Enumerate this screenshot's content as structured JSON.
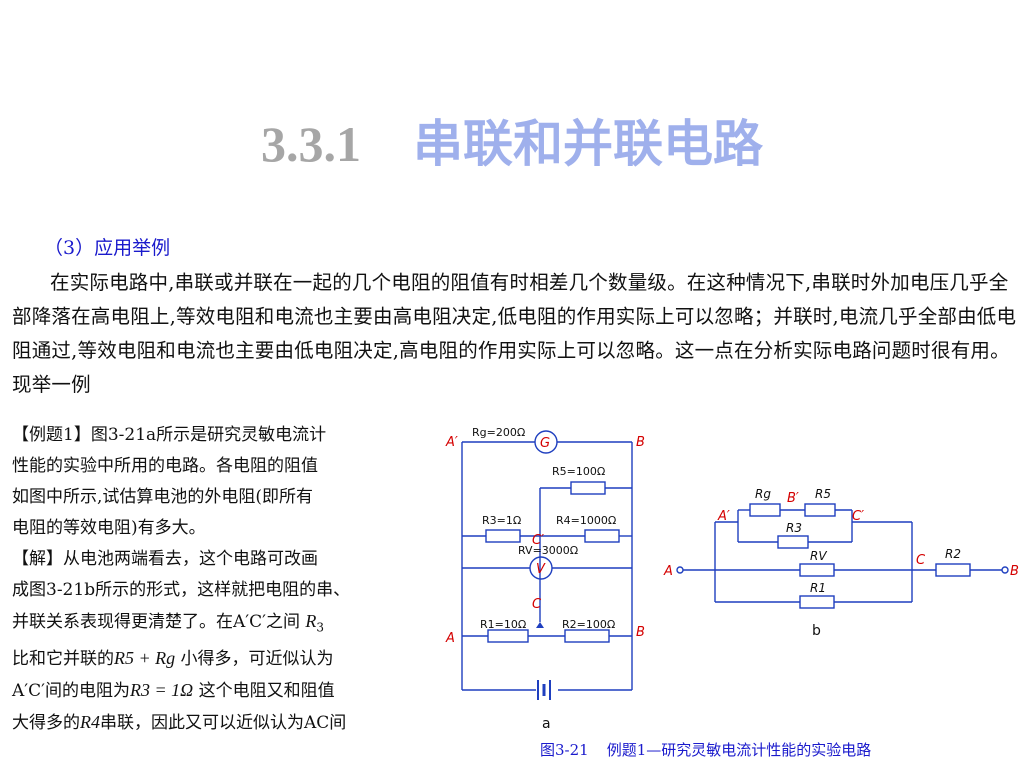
{
  "title": {
    "number": "3.3.1",
    "text": "串联和并联电路"
  },
  "section": "（3）应用举例",
  "paragraph": "在实际电路中,串联或并联在一起的几个电阻的阻值有时相差几个数量级。在这种情况下,串联时外加电压几乎全部降落在高电阻上,等效电阻和电流也主要由高电阻决定,低电阻的作用实际上可以忽略；并联时,电流几乎全部由低电阻通过,等效电阻和电流也主要由低电阻决定,高电阻的作用实际上可以忽略。这一点在分析实际电路问题时很有用。现举一例",
  "example": {
    "lines": [
      "【例题1】图3-21a所示是研究灵敏电流计",
      "性能的实验中所用的电路。各电阻的阻值",
      "如图中所示,试估算电池的外电阻(即所有",
      "电阻的等效电阻)有多大。"
    ]
  },
  "solution": {
    "line1": "【解】从电池两端看去，这个电路可改画",
    "line2": "成图3-21b所示的形式，这样就把电阻的串、",
    "line3a": "并联关系表现得更清楚了。在A′C′之间",
    "line3b": "R",
    "line3sub": "3",
    "line4a": "比和它并联的",
    "line4formula": "R5 + Rg",
    "line4b": "小得多，可近似认为",
    "line5a": "A′C′间的电阻为",
    "line5formula": "R3 = 1Ω",
    "line5b": "这个电阻又和阻值",
    "line6a": "大得多的",
    "line6formula": "R4",
    "line6b": "串联，因此又可以近似认为AC间"
  },
  "diagram_a": {
    "Rg": "Rg=200Ω",
    "G": "G",
    "R5": "R5=100Ω",
    "R3": "R3=1Ω",
    "R4": "R4=1000Ω",
    "RV": "RV=3000Ω",
    "V": "V",
    "R1": "R1=10Ω",
    "R2": "R2=100Ω",
    "A_prime": "A′",
    "B_prime": "B",
    "C_prime": "C′",
    "C": "C",
    "A": "A",
    "B": "B",
    "caption": "a"
  },
  "diagram_b": {
    "Rg": "Rg",
    "R5": "R5",
    "R3": "R3",
    "RV": "RV",
    "R1": "R1",
    "R2": "R2",
    "A_prime": "A′",
    "B_prime": "B′",
    "C_prime": "C′",
    "C": "C",
    "A": "A",
    "B": "B",
    "caption": "b"
  },
  "caption": {
    "number": "图3-21",
    "text": "例题1—研究灵敏电流计性能的实验电路"
  },
  "colors": {
    "title_number": "#a6a6a6",
    "title_text": "#9fb0ec",
    "accent_blue": "#1a1acc",
    "node_red": "#d40000",
    "wire_blue": "#1f3fbf"
  }
}
